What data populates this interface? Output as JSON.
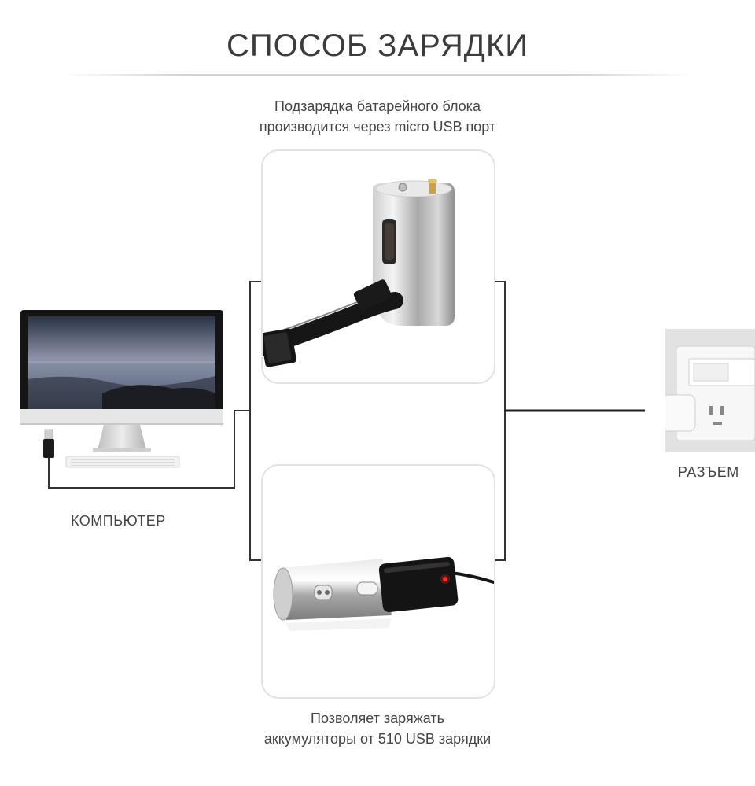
{
  "title": "СПОСОБ ЗАРЯДКИ",
  "top_caption": {
    "line1": "Подзарядка батарейного блока",
    "line2": "производится через micro USB порт"
  },
  "bottom_caption": {
    "line1": "Позволяет заряжать",
    "line2": "аккумуляторы от 510 USB зарядки"
  },
  "labels": {
    "computer": "КОМПЬЮТЕР",
    "socket": "РАЗЪЕМ"
  },
  "colors": {
    "text": "#444444",
    "panel_border": "#e2e2e2",
    "cable": "#1e1e1e",
    "led": "#ff2a2a"
  }
}
